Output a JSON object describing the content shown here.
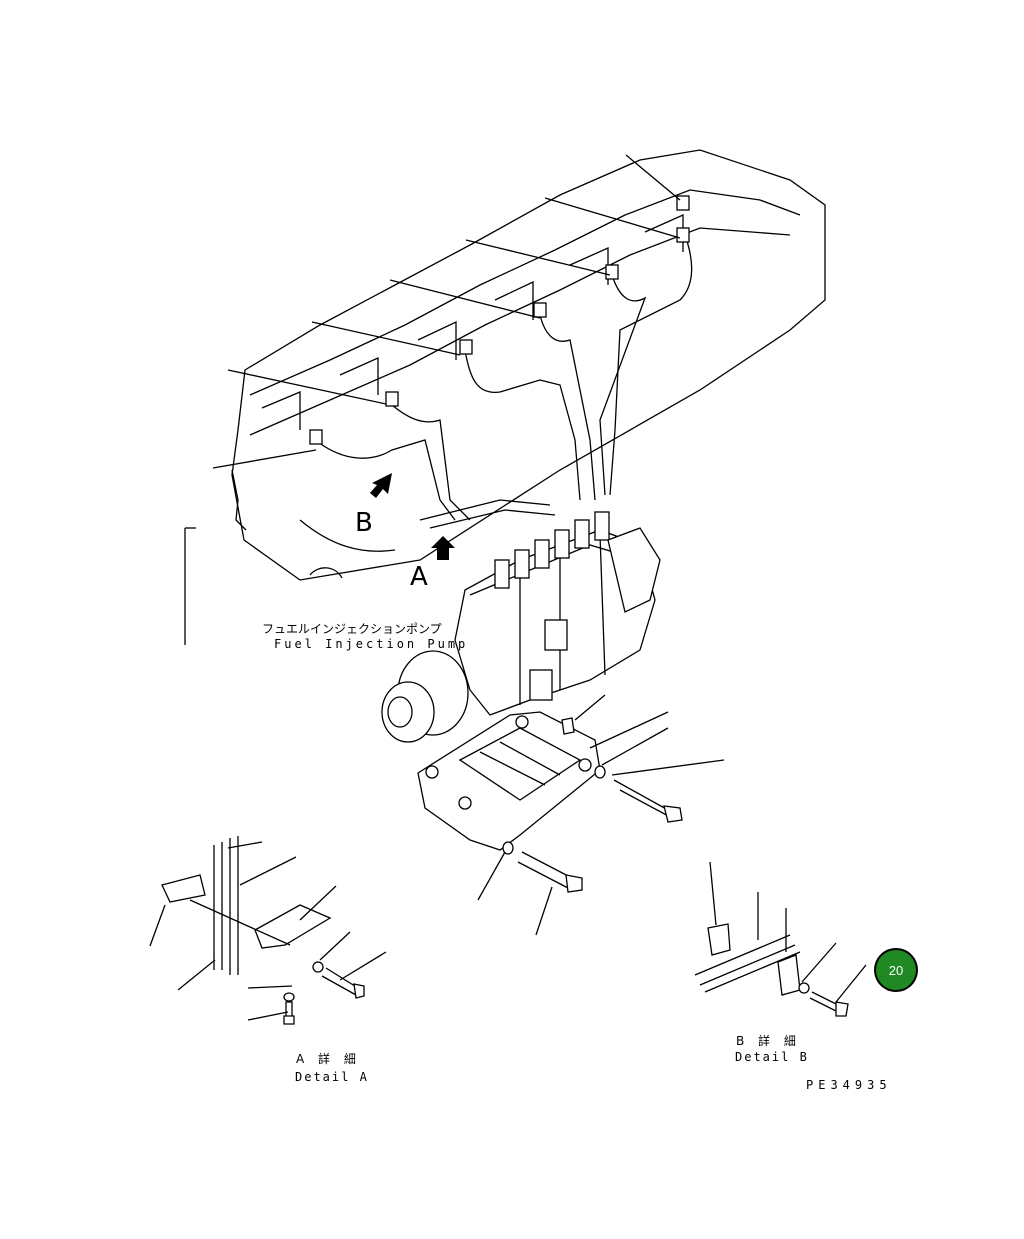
{
  "diagram": {
    "view_labels": {
      "view_b": "B",
      "view_a": "A"
    },
    "part_label_jp": "フュエルインジェクションポンプ",
    "part_label_en": "Fuel Injection Pump",
    "detail_a_jp": "A 詳 細",
    "detail_a_en": "Detail A",
    "detail_b_jp": "B 詳 細",
    "detail_b_en": "Detail B",
    "drawing_code": "PE34935",
    "page_badge": "20",
    "colors": {
      "badge_fill": "#1f8a24",
      "line": "#000000"
    },
    "icons": [
      "arrow-marker-icon"
    ]
  }
}
